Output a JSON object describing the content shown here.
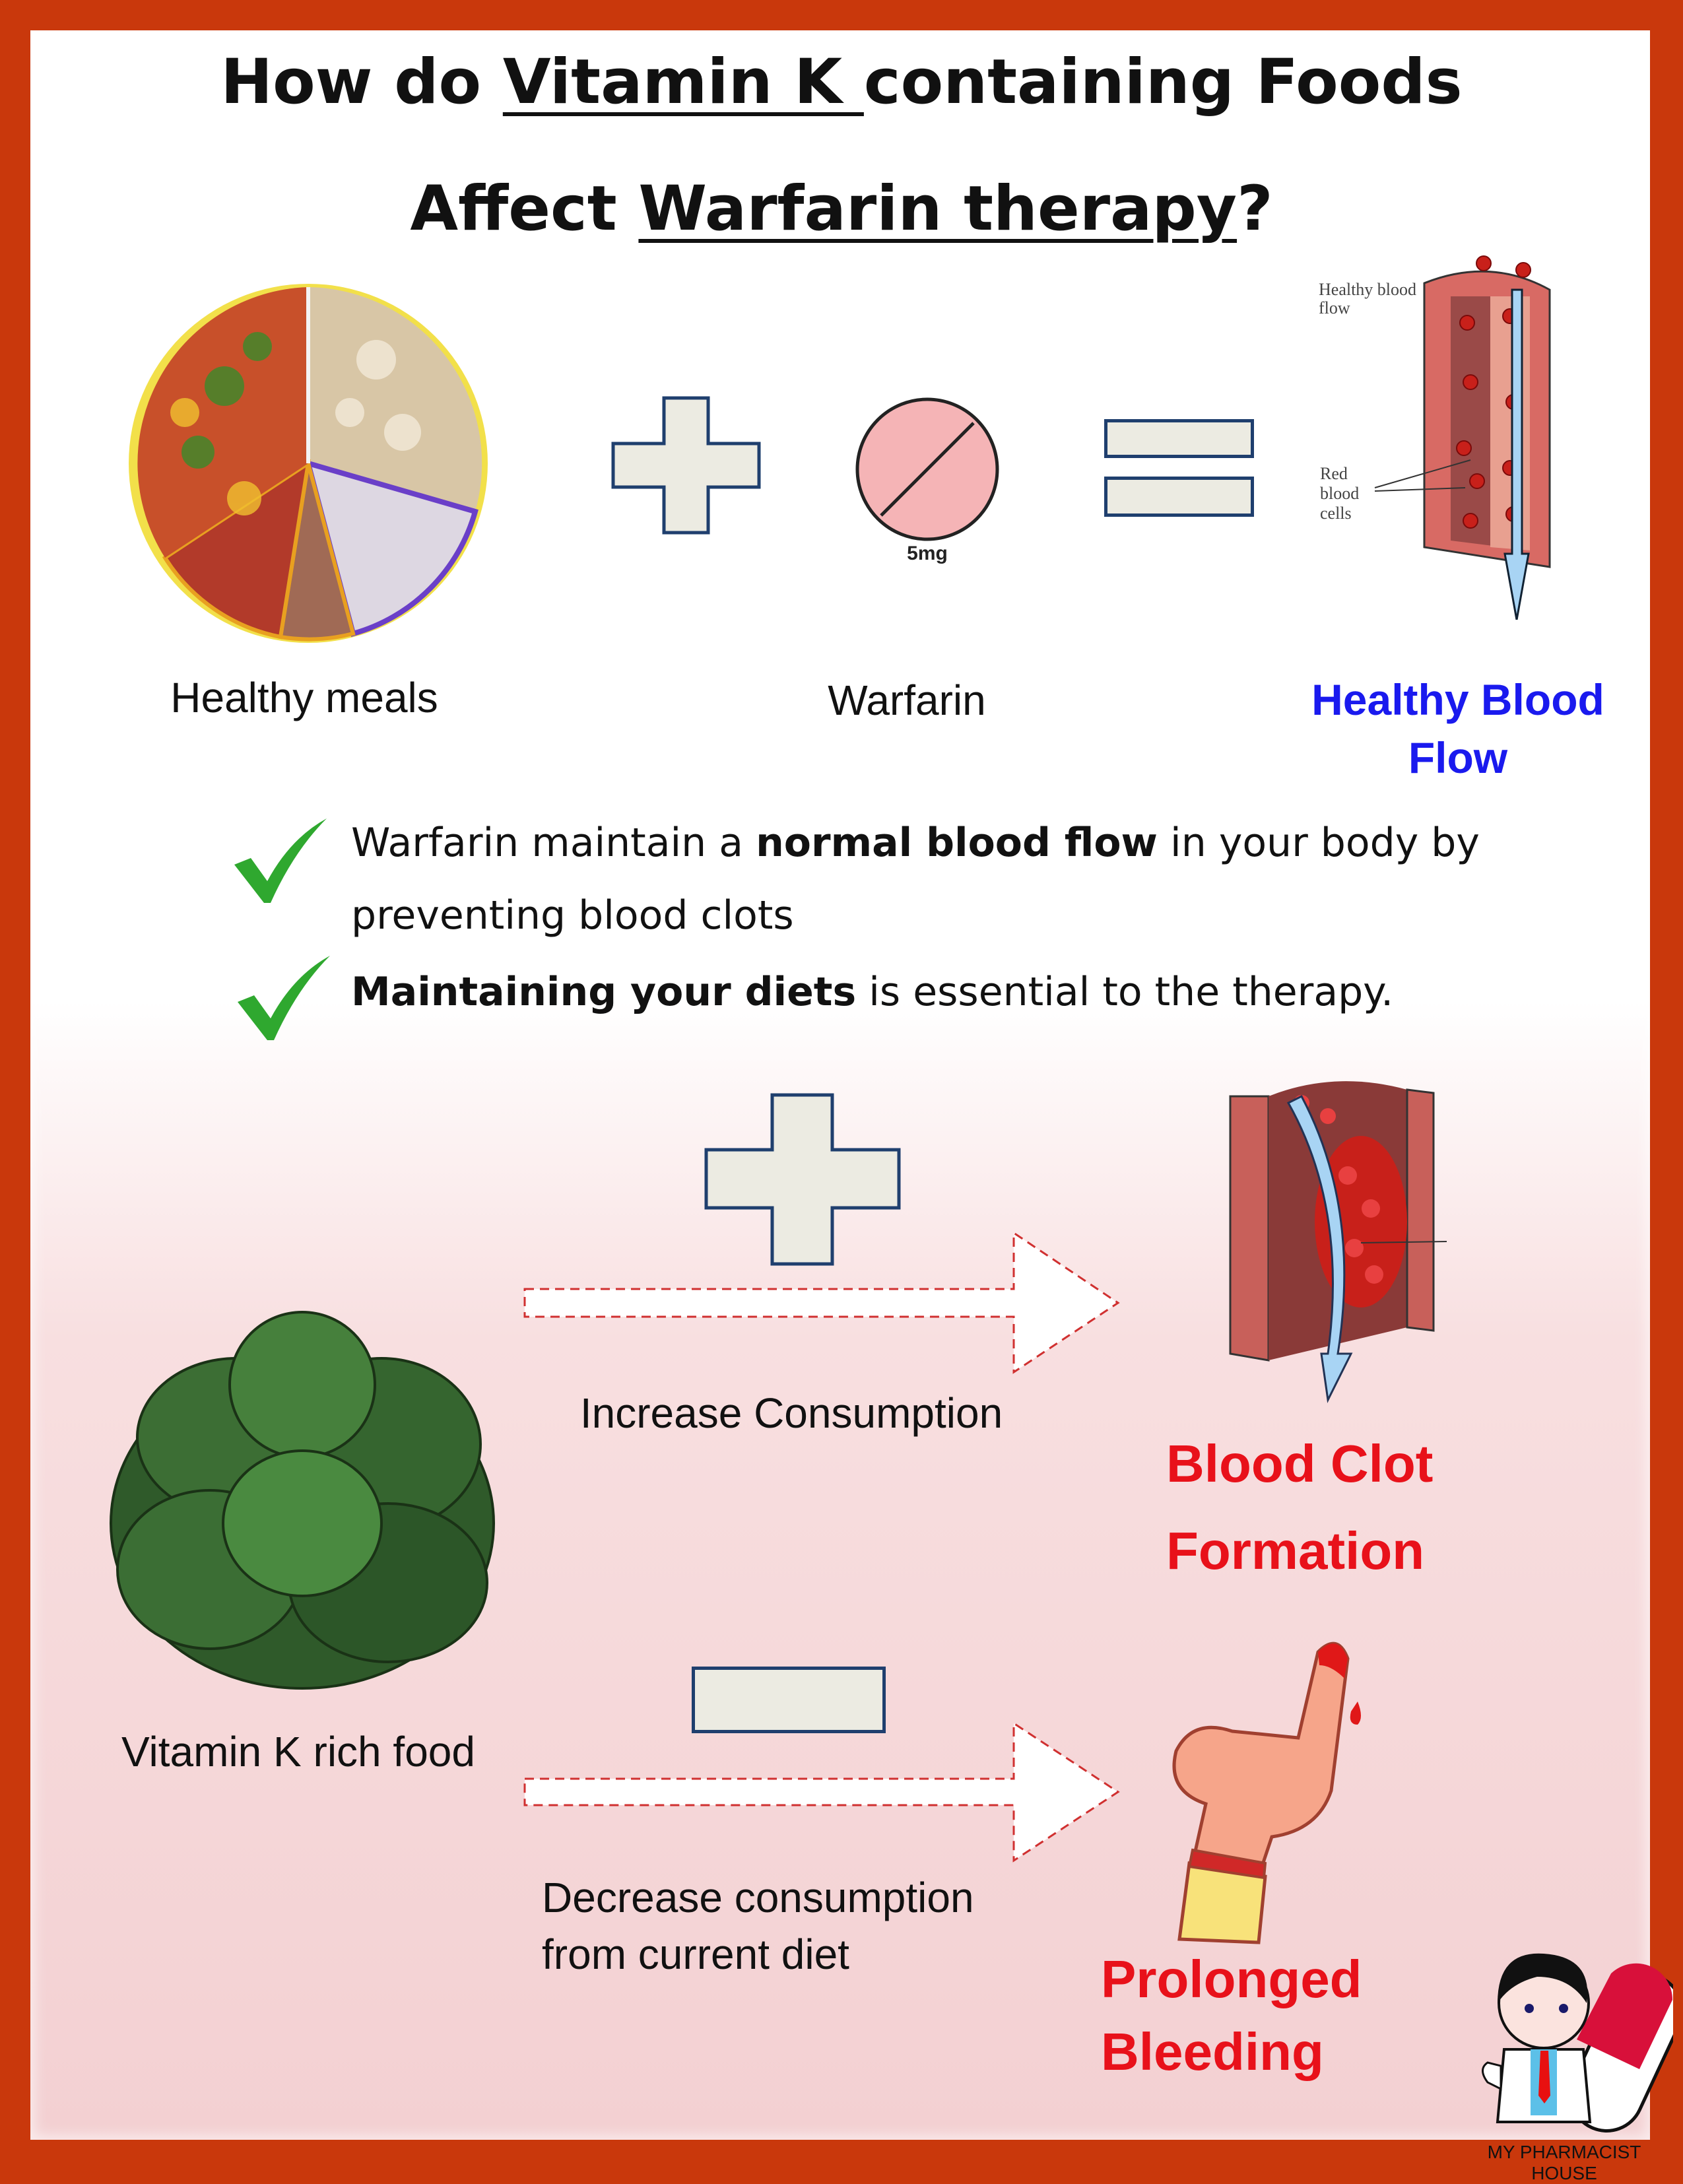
{
  "title": {
    "line1_pre": "How do ",
    "line1_u": "Vitamin K ",
    "line1_post": "containing Foods",
    "line2_pre": "Affect ",
    "line2_u": "Warfarin therapy",
    "line2_post": "?"
  },
  "top_row": {
    "meals_label": "Healthy meals",
    "warfarin_label": "Warfarin",
    "pill_dose": "5mg",
    "result_line1": "Healthy Blood",
    "result_line2": "Flow",
    "vessel_label_flow": "Healthy blood flow",
    "vessel_label_cells": "Red blood cells"
  },
  "bullets": [
    {
      "pre": "Warfarin maintain a ",
      "bold": "normal blood flow",
      "post": " in your body by",
      "line2": "preventing blood clots"
    },
    {
      "pre": "",
      "bold": "Maintaining your diets",
      "post": " is essential to the therapy.",
      "line2": ""
    }
  ],
  "bottom": {
    "food_label": "Vitamin K rich food",
    "increase_label": "Increase Consumption",
    "clot_line1": "Blood Clot",
    "clot_line2": "Formation",
    "decrease_line1": "Decrease consumption",
    "decrease_line2": "from current diet",
    "bleed_line1": "Prolonged",
    "bleed_line2": "Bleeding"
  },
  "logo": {
    "text": "MY PHARMACIST HOUSE"
  },
  "colors": {
    "border": "#c9380c",
    "blue": "#1a1aee",
    "red": "#e8111a",
    "check": "#2fa82f"
  }
}
